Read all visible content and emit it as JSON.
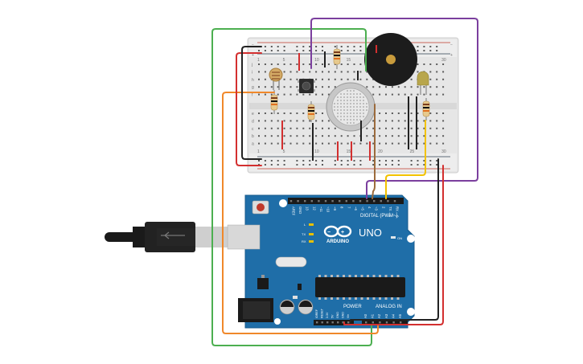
{
  "colors": {
    "wire_green": "#4caf50",
    "wire_purple": "#7b3f9e",
    "wire_orange": "#f0882a",
    "wire_red": "#d32f2f",
    "wire_black": "#222222",
    "wire_yellow": "#f2c200",
    "wire_brown": "#9c6b3c",
    "arduino_blue": "#1f6ea8",
    "breadboard": "#e9e9e9"
  },
  "arduino": {
    "brand": "ARDUINO",
    "model": "UNO",
    "digital_label": "DIGITAL (PWM~)",
    "power_label": "POWER",
    "analog_label": "ANALOG IN",
    "digital_pins": [
      "AREF",
      "GND",
      "13",
      "12",
      "~11",
      "~10",
      "~9",
      "8",
      "7",
      "~6",
      "~5",
      "4",
      "~3",
      "2",
      "TX→ 1",
      "RX← 0"
    ],
    "analog_pins": [
      "A0",
      "A1",
      "A2",
      "A3",
      "A4",
      "A5"
    ],
    "power_pins": [
      "IOREF",
      "RESET",
      "3.3V",
      "5V",
      "GND",
      "GND",
      "Vin"
    ],
    "leds": [
      "L",
      "TX",
      "RX"
    ],
    "on_label": "ON"
  },
  "breadboard": {
    "col_numbers": [
      "1",
      "",
      "",
      "",
      "5",
      "",
      "",
      "",
      "",
      "10",
      "",
      "",
      "",
      "",
      "15",
      "",
      "",
      "",
      "",
      "20",
      "",
      "",
      "",
      "",
      "25",
      "",
      "",
      "",
      "",
      "30"
    ],
    "row_letters_top": [
      "j",
      "i",
      "h",
      "g",
      "f"
    ],
    "row_letters_bottom": [
      "e",
      "d",
      "c",
      "b",
      "a"
    ]
  },
  "components": {
    "photoresistor": "photoresistor",
    "pushbutton": "pushbutton",
    "gas_sensor": "gas-sensor",
    "buzzer": "piezo-buzzer",
    "led": "yellow-led"
  }
}
